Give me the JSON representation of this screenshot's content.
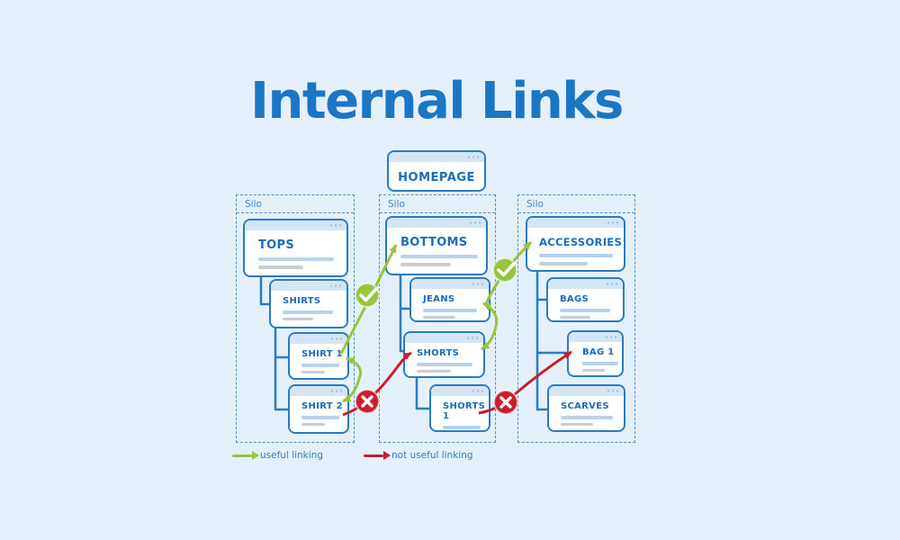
{
  "title": "Internal Links",
  "homepage": {
    "label": "HOMEPAGE"
  },
  "silos": [
    {
      "label": "Silo",
      "cards": [
        {
          "label": "TOPS"
        },
        {
          "label": "SHIRTS"
        },
        {
          "label": "SHIRT 1"
        },
        {
          "label": "SHIRT 2"
        }
      ]
    },
    {
      "label": "Silo",
      "cards": [
        {
          "label": "BOTTOMS"
        },
        {
          "label": "JEANS"
        },
        {
          "label": "SHORTS"
        },
        {
          "label": "SHORTS 1"
        }
      ]
    },
    {
      "label": "Silo",
      "cards": [
        {
          "label": "ACCESSORIES"
        },
        {
          "label": "BAGS"
        },
        {
          "label": "BAG 1"
        },
        {
          "label": "SCARVES"
        }
      ]
    }
  ],
  "links": [
    {
      "from": "SHIRT 1",
      "to": "BOTTOMS",
      "type": "useful",
      "badge": "check"
    },
    {
      "from": "SHIRT 1",
      "to": "SHIRT 2",
      "type": "useful",
      "bidirectional": true
    },
    {
      "from": "SHIRT 2",
      "to": "SHORTS",
      "type": "not-useful",
      "badge": "cross"
    },
    {
      "from": "JEANS",
      "to": "ACCESSORIES",
      "type": "useful",
      "badge": "check"
    },
    {
      "from": "JEANS",
      "to": "SHORTS",
      "type": "useful",
      "bidirectional": true
    },
    {
      "from": "SHORTS 1",
      "to": "BAG 1",
      "type": "not-useful",
      "badge": "cross"
    }
  ],
  "legend": [
    {
      "type": "useful",
      "label": "useful linking",
      "color": "#97c53d"
    },
    {
      "type": "not-useful",
      "label": "not useful linking",
      "color": "#cb1e2d"
    }
  ],
  "colors": {
    "background": "#e4f0fb",
    "title": "#1b76c4",
    "card_border": "#2a7cc0",
    "card_title": "#1a6db6",
    "card_header": "#d4e6f6",
    "silo_border": "#4a90cc",
    "useful_green": "#97c53d",
    "not_useful_red": "#cb1e2d"
  }
}
